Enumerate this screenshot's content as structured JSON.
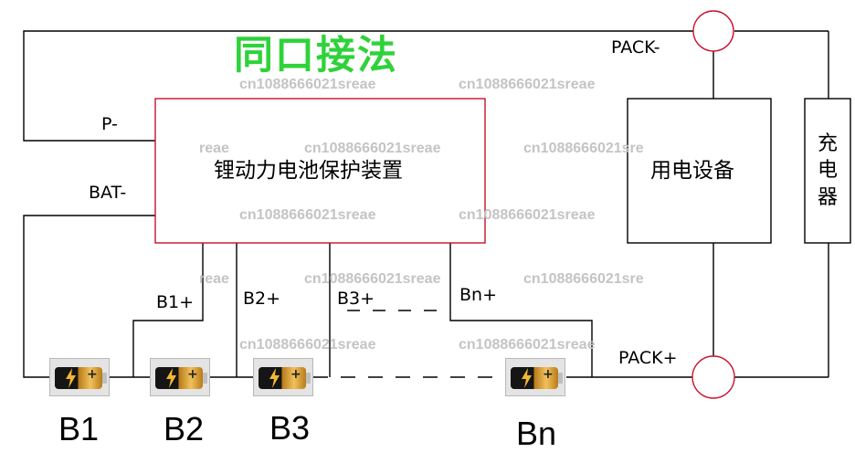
{
  "title": "同口接法",
  "protection_board": {
    "label": "锂动力电池保护装置"
  },
  "load": {
    "label": "用电设备"
  },
  "charger": {
    "chars": [
      "充",
      "电",
      "器"
    ]
  },
  "terminals": {
    "pack_minus": "PACK-",
    "pack_plus": "PACK+"
  },
  "wire_labels": {
    "p_minus": "P-",
    "bat_minus": "BAT-",
    "b1_plus": "B1+",
    "b2_plus": "B2+",
    "b3_plus": "B3+",
    "bn_plus": "Bn+"
  },
  "cells": [
    "B1",
    "B2",
    "B3",
    "Bn"
  ],
  "watermark": {
    "text": "cn1088666021sreae",
    "partial_tail": "reae",
    "partial_head": "cn1088666021sre"
  },
  "colors": {
    "title": "#2fd23a",
    "board_border": "#c8102e",
    "terminal_circle": "#c8102e",
    "wire": "#000000",
    "watermark": "#c4c4c4"
  }
}
